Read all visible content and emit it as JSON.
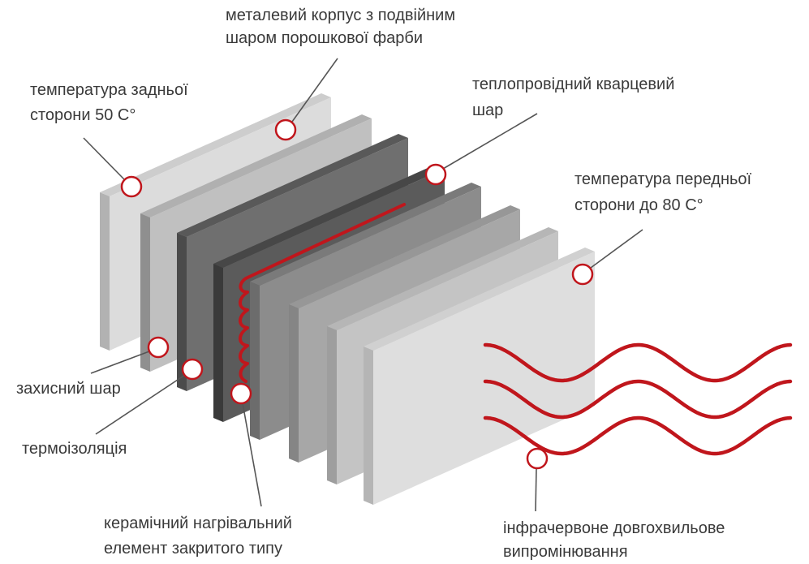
{
  "labels": {
    "housing": {
      "line1": "металевий корпус з подвійним",
      "line2": "шаром порошкової фарби"
    },
    "back_temp": {
      "line1": "температура задньої",
      "line2": "сторони 50 С°"
    },
    "quartz": {
      "line1": "теплопровідний кварцевий",
      "line2": "шар"
    },
    "front_temp": {
      "line1": "температура передньої",
      "line2": "сторони до 80 С°"
    },
    "protective": {
      "line1": "захисний шар"
    },
    "insulation": {
      "line1": "термоізоляція"
    },
    "heating_element": {
      "line1": "керамічний нагрівальний",
      "line2": "елемент закритого типу"
    },
    "infrared": {
      "line1": "інфрачервоне довгохвильове",
      "line2": "випромінювання"
    }
  },
  "colors": {
    "accent": "#c0161c",
    "leader": "#555555",
    "text": "#3a3a3a"
  }
}
